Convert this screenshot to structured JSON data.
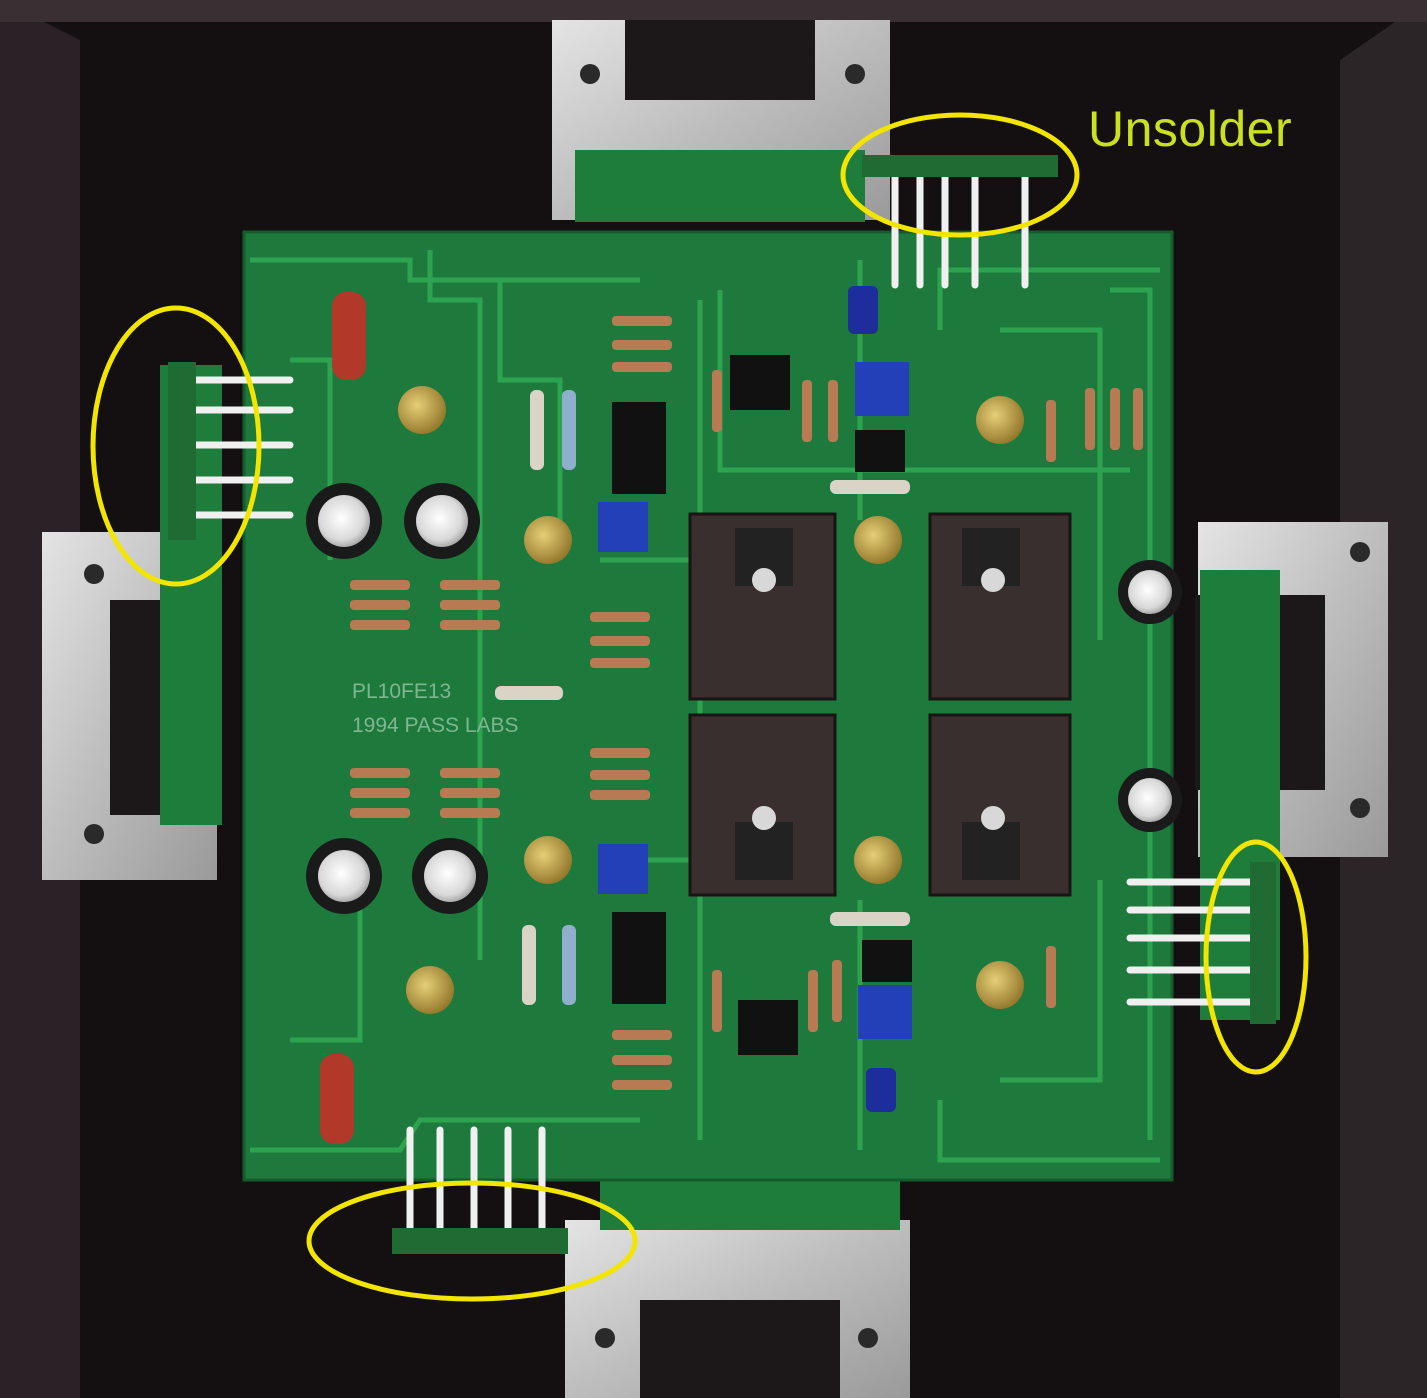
{
  "annotation": {
    "label": "Unsolder",
    "highlight_color": "#f2e500",
    "label_color": "#c9e11e"
  },
  "board": {
    "silkscreen_line1": "PL10FE13",
    "silkscreen_line2": "1994 PASS LABS"
  },
  "colors": {
    "pcb": "#1d7a3c",
    "trace": "#2ea34f",
    "enclosure": "#141012",
    "heatsink": "#c9c9c9"
  }
}
